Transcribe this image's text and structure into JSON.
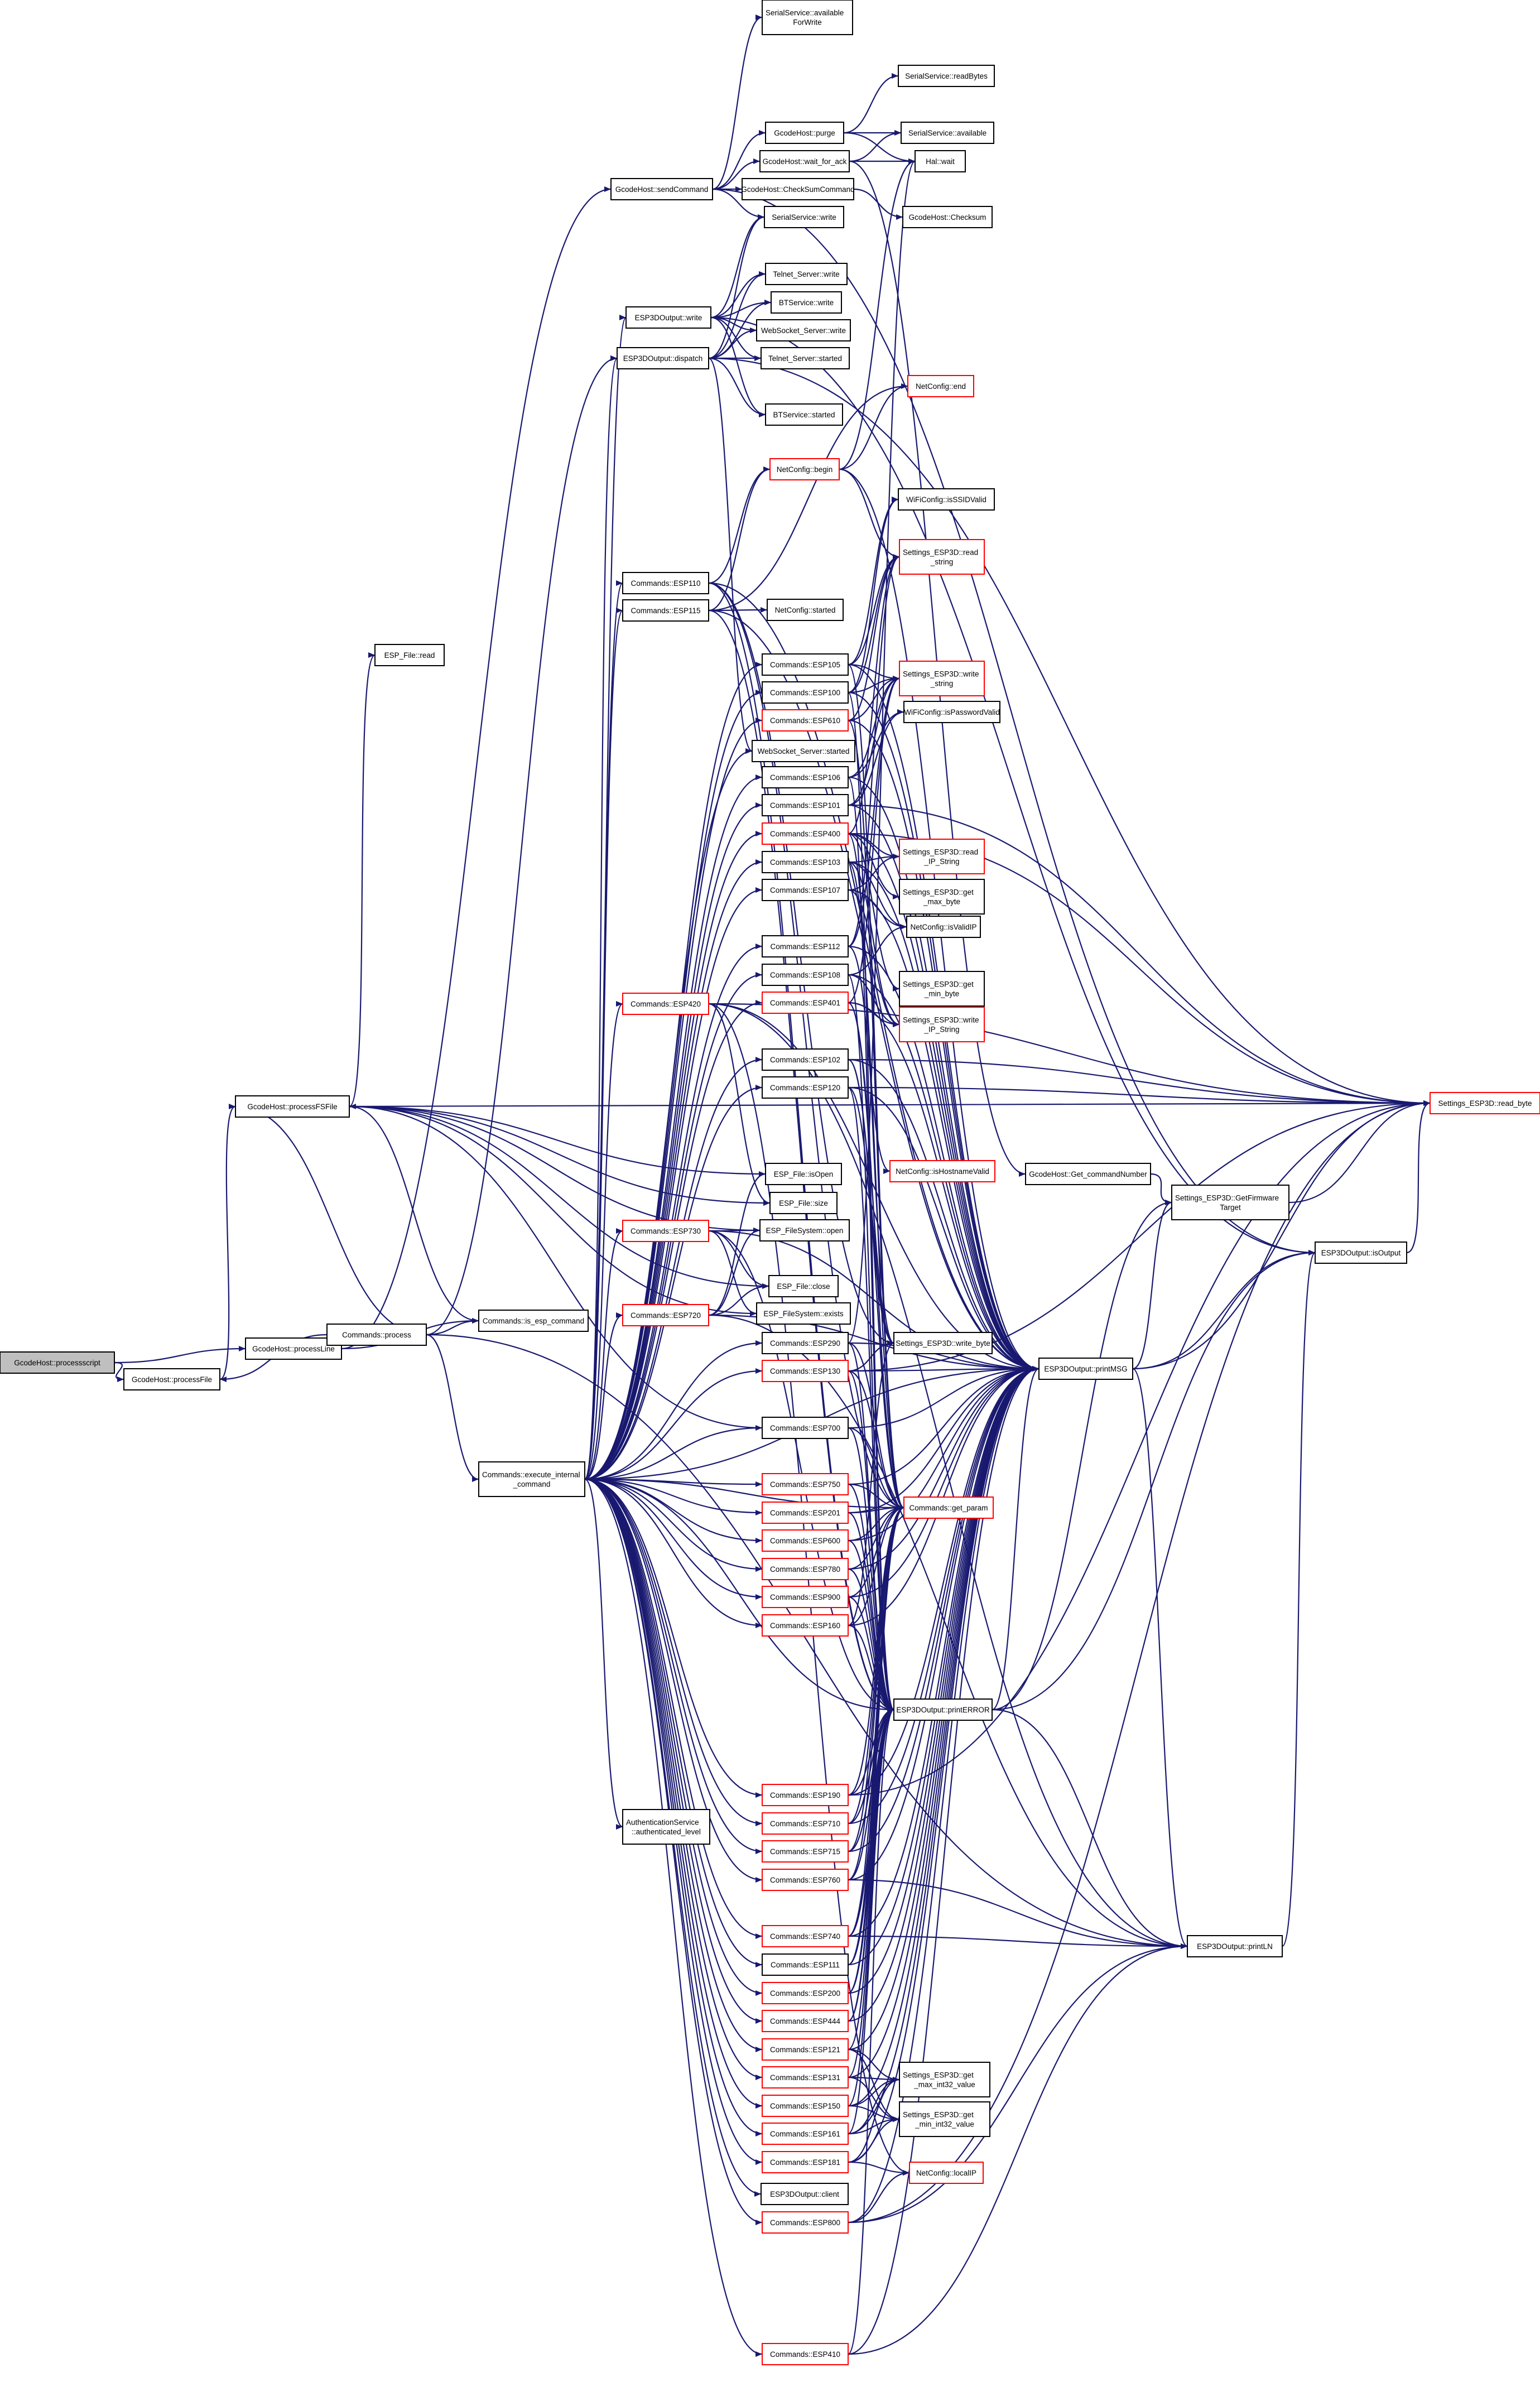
{
  "graph": {
    "title": "",
    "root": "root",
    "nodes": {
      "root": {
        "lines": [
          "GcodeHost::processscript"
        ],
        "style": "root"
      },
      "processFile": {
        "lines": [
          "GcodeHost::processFile"
        ]
      },
      "processLine": {
        "lines": [
          "GcodeHost::processLine"
        ]
      },
      "processFSFile": {
        "lines": [
          "GcodeHost::processFSFile"
        ]
      },
      "espFileRead": {
        "lines": [
          "ESP_File::read"
        ]
      },
      "process": {
        "lines": [
          "Commands::process"
        ]
      },
      "isEspCommand": {
        "lines": [
          "Commands::is_esp_command"
        ]
      },
      "execInternal": {
        "lines": [
          "Commands::execute_internal",
          "_command"
        ]
      },
      "sendCommand": {
        "lines": [
          "GcodeHost::sendCommand"
        ]
      },
      "availForWrite": {
        "lines": [
          "SerialService::available",
          "ForWrite"
        ]
      },
      "readBytes": {
        "lines": [
          "SerialService::readBytes"
        ]
      },
      "purge": {
        "lines": [
          "GcodeHost::purge"
        ]
      },
      "serialAvailable": {
        "lines": [
          "SerialService::available"
        ]
      },
      "waitForAck": {
        "lines": [
          "GcodeHost::wait_for_ack"
        ]
      },
      "halWait": {
        "lines": [
          "Hal::wait"
        ]
      },
      "checkSumCommand": {
        "lines": [
          "GcodeHost::CheckSumCommand"
        ]
      },
      "checksum": {
        "lines": [
          "GcodeHost::Checksum"
        ]
      },
      "serialWrite": {
        "lines": [
          "SerialService::write"
        ]
      },
      "outWrite": {
        "lines": [
          "ESP3DOutput::write"
        ]
      },
      "outDispatch": {
        "lines": [
          "ESP3DOutput::dispatch"
        ]
      },
      "telnetWrite": {
        "lines": [
          "Telnet_Server::write"
        ]
      },
      "btWrite": {
        "lines": [
          "BTService::write"
        ]
      },
      "wsWrite": {
        "lines": [
          "WebSocket_Server::write"
        ]
      },
      "telnetStarted": {
        "lines": [
          "Telnet_Server::started"
        ]
      },
      "btStarted": {
        "lines": [
          "BTService::started"
        ]
      },
      "netBegin": {
        "lines": [
          "NetConfig::begin"
        ],
        "style": "red"
      },
      "netEnd": {
        "lines": [
          "NetConfig::end"
        ],
        "style": "red"
      },
      "netStarted": {
        "lines": [
          "NetConfig::started"
        ]
      },
      "wsStarted": {
        "lines": [
          "WebSocket_Server::started"
        ]
      },
      "isSSIDValid": {
        "lines": [
          "WiFiConfig::isSSIDValid"
        ]
      },
      "isPasswordValid": {
        "lines": [
          "WiFiConfig::isPasswordValid"
        ]
      },
      "readString": {
        "lines": [
          "Settings_ESP3D::read",
          "_string"
        ],
        "style": "red"
      },
      "writeString": {
        "lines": [
          "Settings_ESP3D::write",
          "_string"
        ],
        "style": "red"
      },
      "readIPString": {
        "lines": [
          "Settings_ESP3D::read",
          "_IP_String"
        ],
        "style": "red"
      },
      "getMaxByte": {
        "lines": [
          "Settings_ESP3D::get",
          "_max_byte"
        ]
      },
      "isValidIP": {
        "lines": [
          "NetConfig::isValidIP"
        ]
      },
      "getMinByte": {
        "lines": [
          "Settings_ESP3D::get",
          "_min_byte"
        ]
      },
      "writeIPString": {
        "lines": [
          "Settings_ESP3D::write",
          "_IP_String"
        ],
        "style": "red"
      },
      "isHostnameValid": {
        "lines": [
          "NetConfig::isHostnameValid"
        ],
        "style": "red"
      },
      "writeByte": {
        "lines": [
          "Settings_ESP3D::write_byte"
        ]
      },
      "getParam": {
        "lines": [
          "Commands::get_param"
        ],
        "style": "red"
      },
      "printError": {
        "lines": [
          "ESP3DOutput::printERROR"
        ]
      },
      "printMsg": {
        "lines": [
          "ESP3DOutput::printMSG"
        ]
      },
      "printLN": {
        "lines": [
          "ESP3DOutput::printLN"
        ]
      },
      "getCommandNumber": {
        "lines": [
          "GcodeHost::Get_commandNumber"
        ]
      },
      "getFirmwareTarget": {
        "lines": [
          "Settings_ESP3D::GetFirmware",
          "Target"
        ]
      },
      "isOutput": {
        "lines": [
          "ESP3DOutput::isOutput"
        ]
      },
      "readByte": {
        "lines": [
          "Settings_ESP3D::read_byte"
        ],
        "style": "red"
      },
      "getMaxInt32": {
        "lines": [
          "Settings_ESP3D::get",
          "_max_int32_value"
        ]
      },
      "getMinInt32": {
        "lines": [
          "Settings_ESP3D::get",
          "_min_int32_value"
        ]
      },
      "localIP": {
        "lines": [
          "NetConfig::localIP"
        ],
        "style": "red"
      },
      "fileIsOpen": {
        "lines": [
          "ESP_File::isOpen"
        ]
      },
      "fileSize": {
        "lines": [
          "ESP_File::size"
        ]
      },
      "fsOpen": {
        "lines": [
          "ESP_FileSystem::open"
        ]
      },
      "fileClose": {
        "lines": [
          "ESP_File::close"
        ]
      },
      "fsExists": {
        "lines": [
          "ESP_FileSystem::exists"
        ]
      },
      "authLevel": {
        "lines": [
          "AuthenticationService",
          "::authenticated_level"
        ]
      },
      "outClient": {
        "lines": [
          "ESP3DOutput::client"
        ]
      },
      "esp110": {
        "lines": [
          "Commands::ESP110"
        ]
      },
      "esp115": {
        "lines": [
          "Commands::ESP115"
        ]
      },
      "esp420": {
        "lines": [
          "Commands::ESP420"
        ],
        "style": "red"
      },
      "esp730": {
        "lines": [
          "Commands::ESP730"
        ],
        "style": "red"
      },
      "esp720": {
        "lines": [
          "Commands::ESP720"
        ],
        "style": "red"
      },
      "esp105": {
        "lines": [
          "Commands::ESP105"
        ]
      },
      "esp100": {
        "lines": [
          "Commands::ESP100"
        ]
      },
      "esp610": {
        "lines": [
          "Commands::ESP610"
        ],
        "style": "red"
      },
      "esp106": {
        "lines": [
          "Commands::ESP106"
        ]
      },
      "esp101": {
        "lines": [
          "Commands::ESP101"
        ]
      },
      "esp400": {
        "lines": [
          "Commands::ESP400"
        ],
        "style": "red"
      },
      "esp103": {
        "lines": [
          "Commands::ESP103"
        ]
      },
      "esp107": {
        "lines": [
          "Commands::ESP107"
        ]
      },
      "esp112": {
        "lines": [
          "Commands::ESP112"
        ]
      },
      "esp108": {
        "lines": [
          "Commands::ESP108"
        ]
      },
      "esp401": {
        "lines": [
          "Commands::ESP401"
        ],
        "style": "red"
      },
      "esp102": {
        "lines": [
          "Commands::ESP102"
        ]
      },
      "esp120": {
        "lines": [
          "Commands::ESP120"
        ]
      },
      "esp290": {
        "lines": [
          "Commands::ESP290"
        ]
      },
      "esp130": {
        "lines": [
          "Commands::ESP130"
        ],
        "style": "red"
      },
      "esp700": {
        "lines": [
          "Commands::ESP700"
        ]
      },
      "esp750": {
        "lines": [
          "Commands::ESP750"
        ],
        "style": "red"
      },
      "esp201": {
        "lines": [
          "Commands::ESP201"
        ],
        "style": "red"
      },
      "esp600": {
        "lines": [
          "Commands::ESP600"
        ],
        "style": "red"
      },
      "esp780": {
        "lines": [
          "Commands::ESP780"
        ],
        "style": "red"
      },
      "esp900": {
        "lines": [
          "Commands::ESP900"
        ],
        "style": "red"
      },
      "esp160": {
        "lines": [
          "Commands::ESP160"
        ],
        "style": "red"
      },
      "esp190": {
        "lines": [
          "Commands::ESP190"
        ],
        "style": "red"
      },
      "esp710": {
        "lines": [
          "Commands::ESP710"
        ],
        "style": "red"
      },
      "esp715": {
        "lines": [
          "Commands::ESP715"
        ],
        "style": "red"
      },
      "esp760": {
        "lines": [
          "Commands::ESP760"
        ],
        "style": "red"
      },
      "esp740": {
        "lines": [
          "Commands::ESP740"
        ],
        "style": "red"
      },
      "esp111": {
        "lines": [
          "Commands::ESP111"
        ]
      },
      "esp200": {
        "lines": [
          "Commands::ESP200"
        ],
        "style": "red"
      },
      "esp444": {
        "lines": [
          "Commands::ESP444"
        ],
        "style": "red"
      },
      "esp121": {
        "lines": [
          "Commands::ESP121"
        ],
        "style": "red"
      },
      "esp131": {
        "lines": [
          "Commands::ESP131"
        ],
        "style": "red"
      },
      "esp150": {
        "lines": [
          "Commands::ESP150"
        ],
        "style": "red"
      },
      "esp161": {
        "lines": [
          "Commands::ESP161"
        ],
        "style": "red"
      },
      "esp181": {
        "lines": [
          "Commands::ESP181"
        ],
        "style": "red"
      },
      "esp800": {
        "lines": [
          "Commands::ESP800"
        ],
        "style": "red"
      },
      "esp410": {
        "lines": [
          "Commands::ESP410"
        ],
        "style": "red"
      }
    }
  }
}
